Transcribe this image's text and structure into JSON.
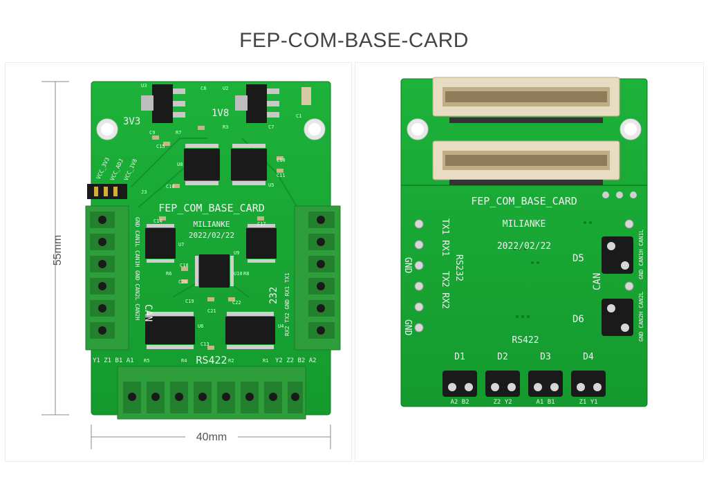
{
  "title": "FEP-COM-BASE-CARD",
  "dimensions": {
    "height_label": "55mm",
    "width_label": "40mm"
  },
  "colors": {
    "pcb": "#18a233",
    "pcb_dark": "#0e7a22",
    "terminal": "#2e9e3a",
    "connector": "#e8dcc2"
  },
  "front": {
    "board_name": "FEP_COM_BASE_CARD",
    "maker": "MILIANKE",
    "date": "2022/02/22",
    "v3v3": "3V3",
    "v1v8": "1V8",
    "rs422": "RS422",
    "can": "CAN",
    "rs232_num": "232",
    "bottom_left_pins": "Y1 Z1 B1 A1",
    "bottom_right_pins": "Y2 Z2 B2 A2",
    "left_pins": "GND CAN1L CAN1H GND CAN2L CAN2H",
    "right_pins": "RX2 TX2 GND RX1 TX1",
    "jumper_labels": [
      "VCC_3V3",
      "VCC_ADJ",
      "VCC_1V8"
    ],
    "ref_labels": [
      "U3",
      "U2",
      "C8",
      "C9",
      "R7",
      "R3",
      "C7",
      "C15",
      "U8",
      "U5",
      "C10",
      "C11",
      "C16",
      "J3",
      "C14",
      "C17",
      "U7",
      "U9",
      "C18",
      "R6",
      "C20",
      "U10",
      "R8",
      "C19",
      "C22",
      "C21",
      "U6",
      "U4",
      "C13",
      "R5",
      "R4",
      "R2",
      "R1",
      "C1"
    ]
  },
  "back": {
    "board_name": "FEP_COM_BASE_CARD",
    "maker": "MILIANKE",
    "date": "2022/02/22",
    "rs232": "RS232",
    "rs422": "RS422",
    "can": "CAN",
    "left_col1": "TX1 RX1",
    "left_col2": "TX2 RX2",
    "gnd": "GND",
    "d5": "D5",
    "d6": "D6",
    "can1_labels": "GND CAN1H CAN1L",
    "can2_labels": "GND CAN2H CAN2L",
    "diodes": [
      {
        "name": "D1",
        "pins": "A2   B2"
      },
      {
        "name": "D2",
        "pins": "Z2   Y2"
      },
      {
        "name": "D3",
        "pins": "A1   B1"
      },
      {
        "name": "D4",
        "pins": "Z1   Y1"
      }
    ]
  }
}
